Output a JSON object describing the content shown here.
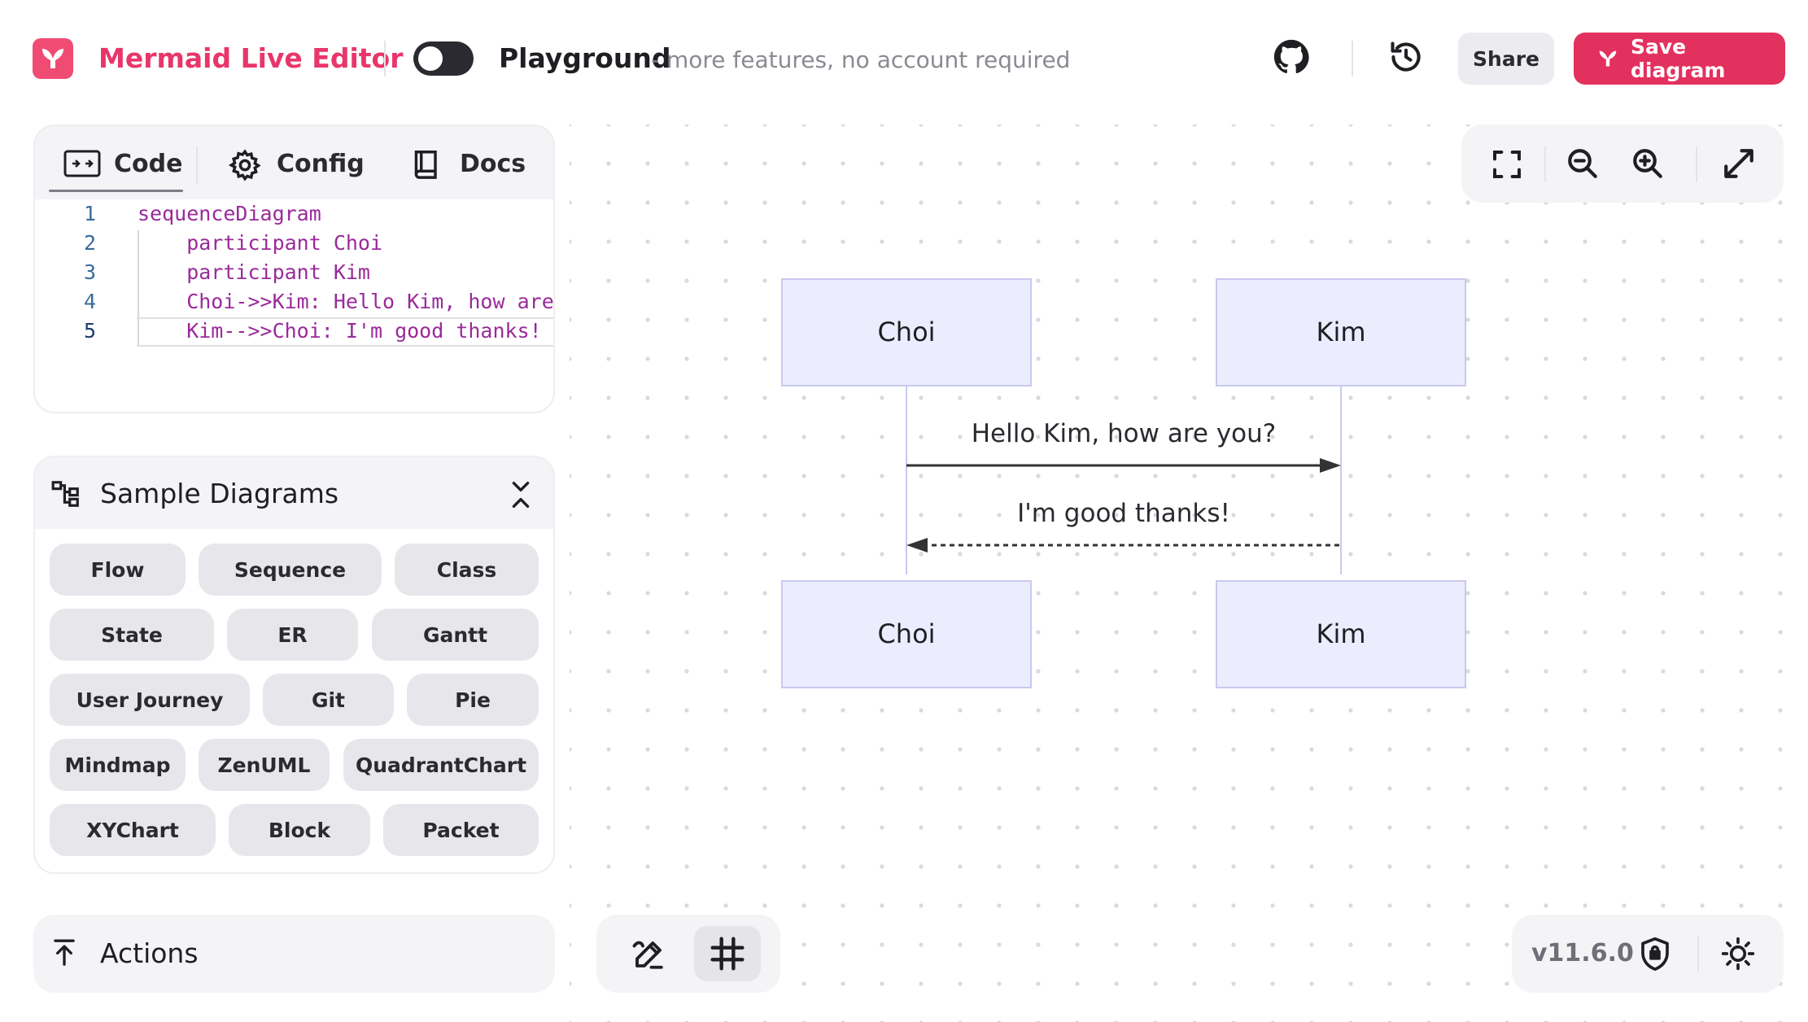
{
  "header": {
    "brand": "Mermaid Live Editor",
    "mode_label": "Playground",
    "mode_subtitle": "- more features, no account required",
    "share_label": "Share",
    "save_label": "Save diagram"
  },
  "editor": {
    "tabs": [
      {
        "label": "Code",
        "active": true
      },
      {
        "label": "Config",
        "active": false
      },
      {
        "label": "Docs",
        "active": false
      }
    ],
    "lines": [
      {
        "num": "1",
        "text": "sequenceDiagram"
      },
      {
        "num": "2",
        "text": "    participant Choi"
      },
      {
        "num": "3",
        "text": "    participant Kim"
      },
      {
        "num": "4",
        "text": "    Choi->>Kim: Hello Kim, how are"
      },
      {
        "num": "5",
        "text": "    Kim-->>Choi: I'm good thanks!"
      }
    ]
  },
  "samples": {
    "title": "Sample Diagrams",
    "buttons": [
      "Flow",
      "Sequence",
      "Class",
      "State",
      "ER",
      "Gantt",
      "User Journey",
      "Git",
      "Pie",
      "Mindmap",
      "ZenUML",
      "QuadrantChart",
      "XYChart",
      "Block",
      "Packet"
    ]
  },
  "actions": {
    "label": "Actions"
  },
  "footer": {
    "version": "v11.6.0"
  },
  "diagram": {
    "participants": [
      "Choi",
      "Kim"
    ],
    "messages": [
      {
        "from": "Choi",
        "to": "Kim",
        "text": "Hello Kim, how are you?",
        "style": "solid"
      },
      {
        "from": "Kim",
        "to": "Choi",
        "text": "I'm good thanks!",
        "style": "dotted"
      }
    ]
  },
  "colors": {
    "accent": "#e3315f",
    "brand_text": "#e8366b",
    "actor_fill": "#ececff",
    "actor_border": "#c9c9ef"
  }
}
